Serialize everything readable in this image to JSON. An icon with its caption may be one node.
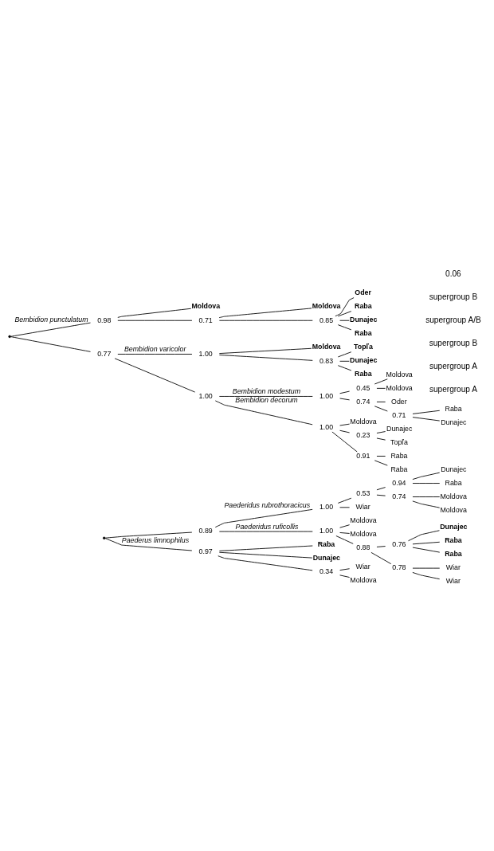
{
  "diagram": {
    "nodes": [
      {
        "text": [],
        "shape": "point"
      },
      {
        "text": [
          "0.89"
        ]
      },
      {
        "text": [
          "1.00"
        ]
      },
      {
        "text": [
          "0.53"
        ]
      },
      {
        "text": [
          "0.94"
        ]
      },
      {
        "text": [
          "Dunajec"
        ]
      },
      {
        "text": [
          "Raba"
        ]
      },
      {
        "text": [
          "0.74"
        ]
      },
      {
        "text": [
          "Moldova"
        ]
      },
      {
        "text": [
          "Moldova"
        ]
      },
      {
        "text": [
          "Wiar"
        ]
      },
      {
        "text": [
          "1.00"
        ]
      },
      {
        "text": [
          "Moldova"
        ]
      },
      {
        "text": [
          "Moldova"
        ]
      },
      {
        "text": [
          "0.88"
        ]
      },
      {
        "text": [
          "0.76"
        ]
      },
      {
        "text": [
          "Dunajec"
        ]
      },
      {
        "text": [
          "Raba"
        ]
      },
      {
        "text": [
          "Raba"
        ]
      },
      {
        "text": [
          "0.78"
        ]
      },
      {
        "text": [
          "Wiar"
        ]
      },
      {
        "text": [
          "Wiar"
        ]
      },
      {
        "text": [
          "0.97"
        ]
      },
      {
        "text": [
          "Raba"
        ]
      },
      {
        "text": [
          "Dunajec"
        ]
      },
      {
        "text": [
          "0.34"
        ]
      },
      {
        "text": [
          "Wiar"
        ]
      },
      {
        "text": [
          "Moldova"
        ]
      },
      {
        "text": [],
        "shape": "point"
      },
      {
        "text": [
          "0.98"
        ]
      },
      {
        "text": [
          "Moldova"
        ]
      },
      {
        "text": [
          "0.71"
        ]
      },
      {
        "text": [
          "Moldova"
        ]
      },
      {
        "text": [
          "0.85"
        ]
      },
      {
        "text": [
          "Oder"
        ]
      },
      {
        "text": [
          "Raba"
        ]
      },
      {
        "text": [
          "Dunajec"
        ]
      },
      {
        "text": [
          "Raba"
        ]
      },
      {
        "text": [
          "0.77"
        ]
      },
      {
        "text": [
          "1.00"
        ]
      },
      {
        "text": [
          "Moldova"
        ]
      },
      {
        "text": [
          "0.83"
        ]
      },
      {
        "text": [
          "Topľa"
        ]
      },
      {
        "text": [
          "Dunajec"
        ]
      },
      {
        "text": [
          "Raba"
        ]
      },
      {
        "text": [
          "1.00"
        ]
      },
      {
        "text": [
          "1.00"
        ]
      },
      {
        "text": [
          "0.45"
        ]
      },
      {
        "text": [
          "Moldova"
        ]
      },
      {
        "text": [
          "Moldova"
        ]
      },
      {
        "text": [
          "0.74"
        ]
      },
      {
        "text": [
          "Oder"
        ]
      },
      {
        "text": [
          "0.71"
        ]
      },
      {
        "text": [
          "Raba"
        ]
      },
      {
        "text": [
          "Dunajec"
        ]
      },
      {
        "text": [
          "1.00"
        ]
      },
      {
        "text": [
          "Moldova"
        ]
      },
      {
        "text": [
          "0.23"
        ]
      },
      {
        "text": [
          "Dunajec"
        ]
      },
      {
        "text": [
          "Topľa"
        ]
      },
      {
        "text": [
          "0.91"
        ]
      },
      {
        "text": [
          "Raba"
        ]
      },
      {
        "text": [
          "Raba"
        ]
      }
    ],
    "edges": [
      {
        "from": 0,
        "to": 1,
        "arrow": "none"
      },
      {
        "from": 1,
        "to": 2,
        "arrow": "none",
        "label": "Paederidus rubrothoracicus"
      },
      {
        "from": 2,
        "to": 3,
        "arrow": "none"
      },
      {
        "from": 3,
        "to": 4,
        "arrow": "none"
      },
      {
        "from": 4,
        "to": 5,
        "arrow": "none"
      },
      {
        "from": 4,
        "to": 6,
        "arrow": "none"
      },
      {
        "from": 3,
        "to": 7,
        "arrow": "none"
      },
      {
        "from": 7,
        "to": 8,
        "arrow": "none"
      },
      {
        "from": 7,
        "to": 9,
        "arrow": "none"
      },
      {
        "from": 2,
        "to": 10,
        "arrow": "none"
      },
      {
        "from": 1,
        "to": 11,
        "arrow": "none",
        "label": "Paederidus ruficollis"
      },
      {
        "from": 11,
        "to": 12,
        "arrow": "none"
      },
      {
        "from": 11,
        "to": 13,
        "arrow": "none"
      },
      {
        "from": 11,
        "to": 14,
        "arrow": "none"
      },
      {
        "from": 14,
        "to": 15,
        "arrow": "none"
      },
      {
        "from": 15,
        "to": 16,
        "arrow": "none"
      },
      {
        "from": 15,
        "to": 17,
        "arrow": "none"
      },
      {
        "from": 15,
        "to": 18,
        "arrow": "none"
      },
      {
        "from": 14,
        "to": 19,
        "arrow": "none"
      },
      {
        "from": 19,
        "to": 20,
        "arrow": "none"
      },
      {
        "from": 19,
        "to": 21,
        "arrow": "none"
      },
      {
        "from": 0,
        "to": 22,
        "arrow": "none",
        "label": "Paederus limnophilus"
      },
      {
        "from": 22,
        "to": 23,
        "arrow": "none"
      },
      {
        "from": 22,
        "to": 24,
        "arrow": "none"
      },
      {
        "from": 22,
        "to": 25,
        "arrow": "none"
      },
      {
        "from": 25,
        "to": 26,
        "arrow": "none"
      },
      {
        "from": 25,
        "to": 27,
        "arrow": "none"
      },
      {
        "from": 28,
        "to": 29,
        "arrow": "none",
        "label": "Bembidion punctulatum"
      },
      {
        "from": 29,
        "to": 30,
        "arrow": "none"
      },
      {
        "from": 29,
        "to": 31,
        "arrow": "none"
      },
      {
        "from": 31,
        "to": 32,
        "arrow": "none"
      },
      {
        "from": 31,
        "to": 33,
        "arrow": "none"
      },
      {
        "from": 33,
        "to": 34,
        "arrow": "none"
      },
      {
        "from": 33,
        "to": 35,
        "arrow": "none"
      },
      {
        "from": 33,
        "to": 36,
        "arrow": "none"
      },
      {
        "from": 33,
        "to": 37,
        "arrow": "none"
      },
      {
        "from": 28,
        "to": 38,
        "arrow": "none"
      },
      {
        "from": 38,
        "to": 39,
        "arrow": "none",
        "label": "Bembidion varicolor"
      },
      {
        "from": 39,
        "to": 40,
        "arrow": "none"
      },
      {
        "from": 39,
        "to": 41,
        "arrow": "none"
      },
      {
        "from": 41,
        "to": 42,
        "arrow": "none"
      },
      {
        "from": 41,
        "to": 43,
        "arrow": "none"
      },
      {
        "from": 41,
        "to": 44,
        "arrow": "none"
      },
      {
        "from": 38,
        "to": 45,
        "arrow": "none"
      },
      {
        "from": 45,
        "to": 46,
        "arrow": "none",
        "label": "Bembidion modestum"
      },
      {
        "from": 46,
        "to": 47,
        "arrow": "none"
      },
      {
        "from": 47,
        "to": 48,
        "arrow": "none"
      },
      {
        "from": 47,
        "to": 49,
        "arrow": "none"
      },
      {
        "from": 46,
        "to": 50,
        "arrow": "none"
      },
      {
        "from": 50,
        "to": 51,
        "arrow": "none"
      },
      {
        "from": 50,
        "to": 52,
        "arrow": "none"
      },
      {
        "from": 52,
        "to": 53,
        "arrow": "none"
      },
      {
        "from": 52,
        "to": 54,
        "arrow": "none"
      },
      {
        "from": 45,
        "to": 55,
        "arrow": "none",
        "label": "Bembidion decorum"
      },
      {
        "from": 55,
        "to": 56,
        "arrow": "none"
      },
      {
        "from": 55,
        "to": 57,
        "arrow": "none"
      },
      {
        "from": 57,
        "to": 58,
        "arrow": "none"
      },
      {
        "from": 57,
        "to": 59,
        "arrow": "none"
      },
      {
        "from": 55,
        "to": 60,
        "arrow": "none"
      },
      {
        "from": 60,
        "to": 61,
        "arrow": "none"
      },
      {
        "from": 60,
        "to": 62,
        "arrow": "none"
      }
    ],
    "labels": [
      "supergroup A",
      "supergroup A",
      "supergroup B",
      "supergroup A/B",
      "supergroup B",
      "0.06"
    ]
  }
}
